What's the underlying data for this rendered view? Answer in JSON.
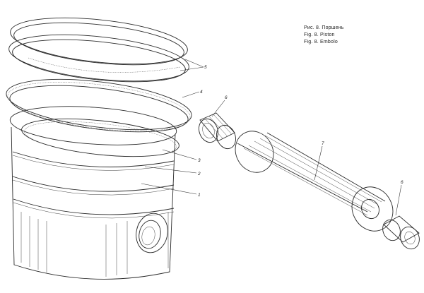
{
  "captions": {
    "ru": "Рис. 8. Поршень",
    "en": "Fig. 8. Piston",
    "es": "Fig. 8. Embolo"
  },
  "callouts": {
    "c1": "1",
    "c2": "2",
    "c3": "3",
    "c4": "4",
    "c5": "5",
    "c6a": "6",
    "c6b": "6",
    "c7": "7"
  }
}
